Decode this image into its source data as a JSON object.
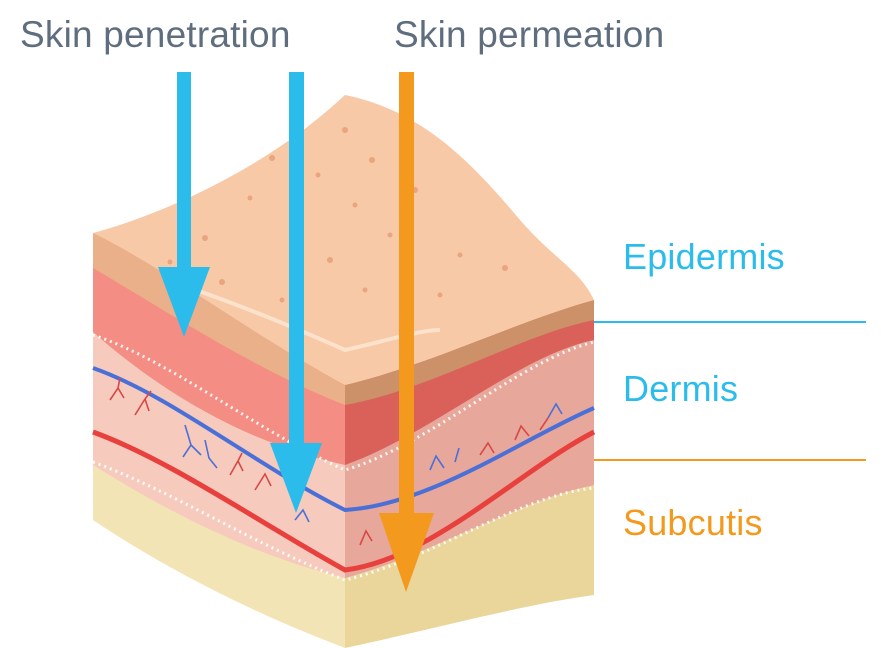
{
  "colors": {
    "text_gray": "#5f6e7e",
    "penetration_blue": "#2cbcec",
    "permeation_orange": "#f39a1e",
    "epidermis_label": "#2cbcec",
    "dermis_label": "#2cbcec",
    "subcutis_label": "#f39a1e"
  },
  "labels": {
    "skin_penetration": "Skin penetration",
    "skin_permeation": "Skin permeation",
    "epidermis": "Epidermis",
    "dermis": "Dermis",
    "subcutis": "Subcutis"
  },
  "icons": {
    "penetration_arrows": "down-arrow-icon",
    "permeation_arrow": "down-arrow-icon",
    "skin_block": "skin-cross-section-illustration"
  }
}
